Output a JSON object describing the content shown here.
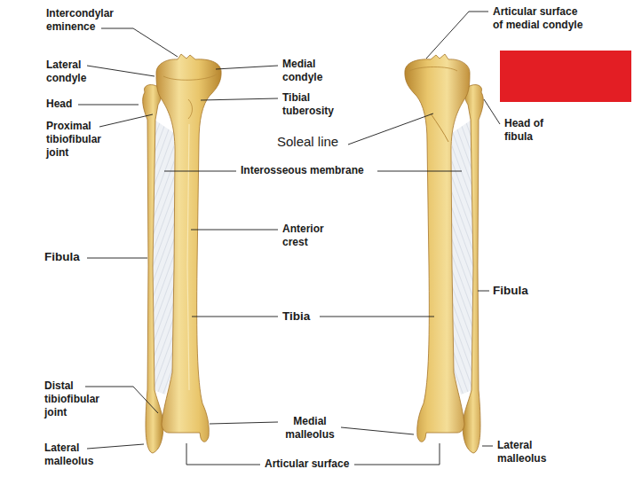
{
  "diagram": {
    "labels": [
      "Intercondylar eminence",
      "Articular surface of medial condyle",
      "Lateral condyle",
      "Medial condyle",
      "Head",
      "Tibial tuberosity",
      "Head of fibula",
      "Proximal tibiofibular joint",
      "Soleal line",
      "Interosseous membrane",
      "Anterior crest",
      "Fibula",
      "Fibula",
      "Tibia",
      "Distal tibiofibular joint",
      "Medial malleolus",
      "Lateral malleolus",
      "Articular surface",
      "Lateral malleolus"
    ]
  }
}
